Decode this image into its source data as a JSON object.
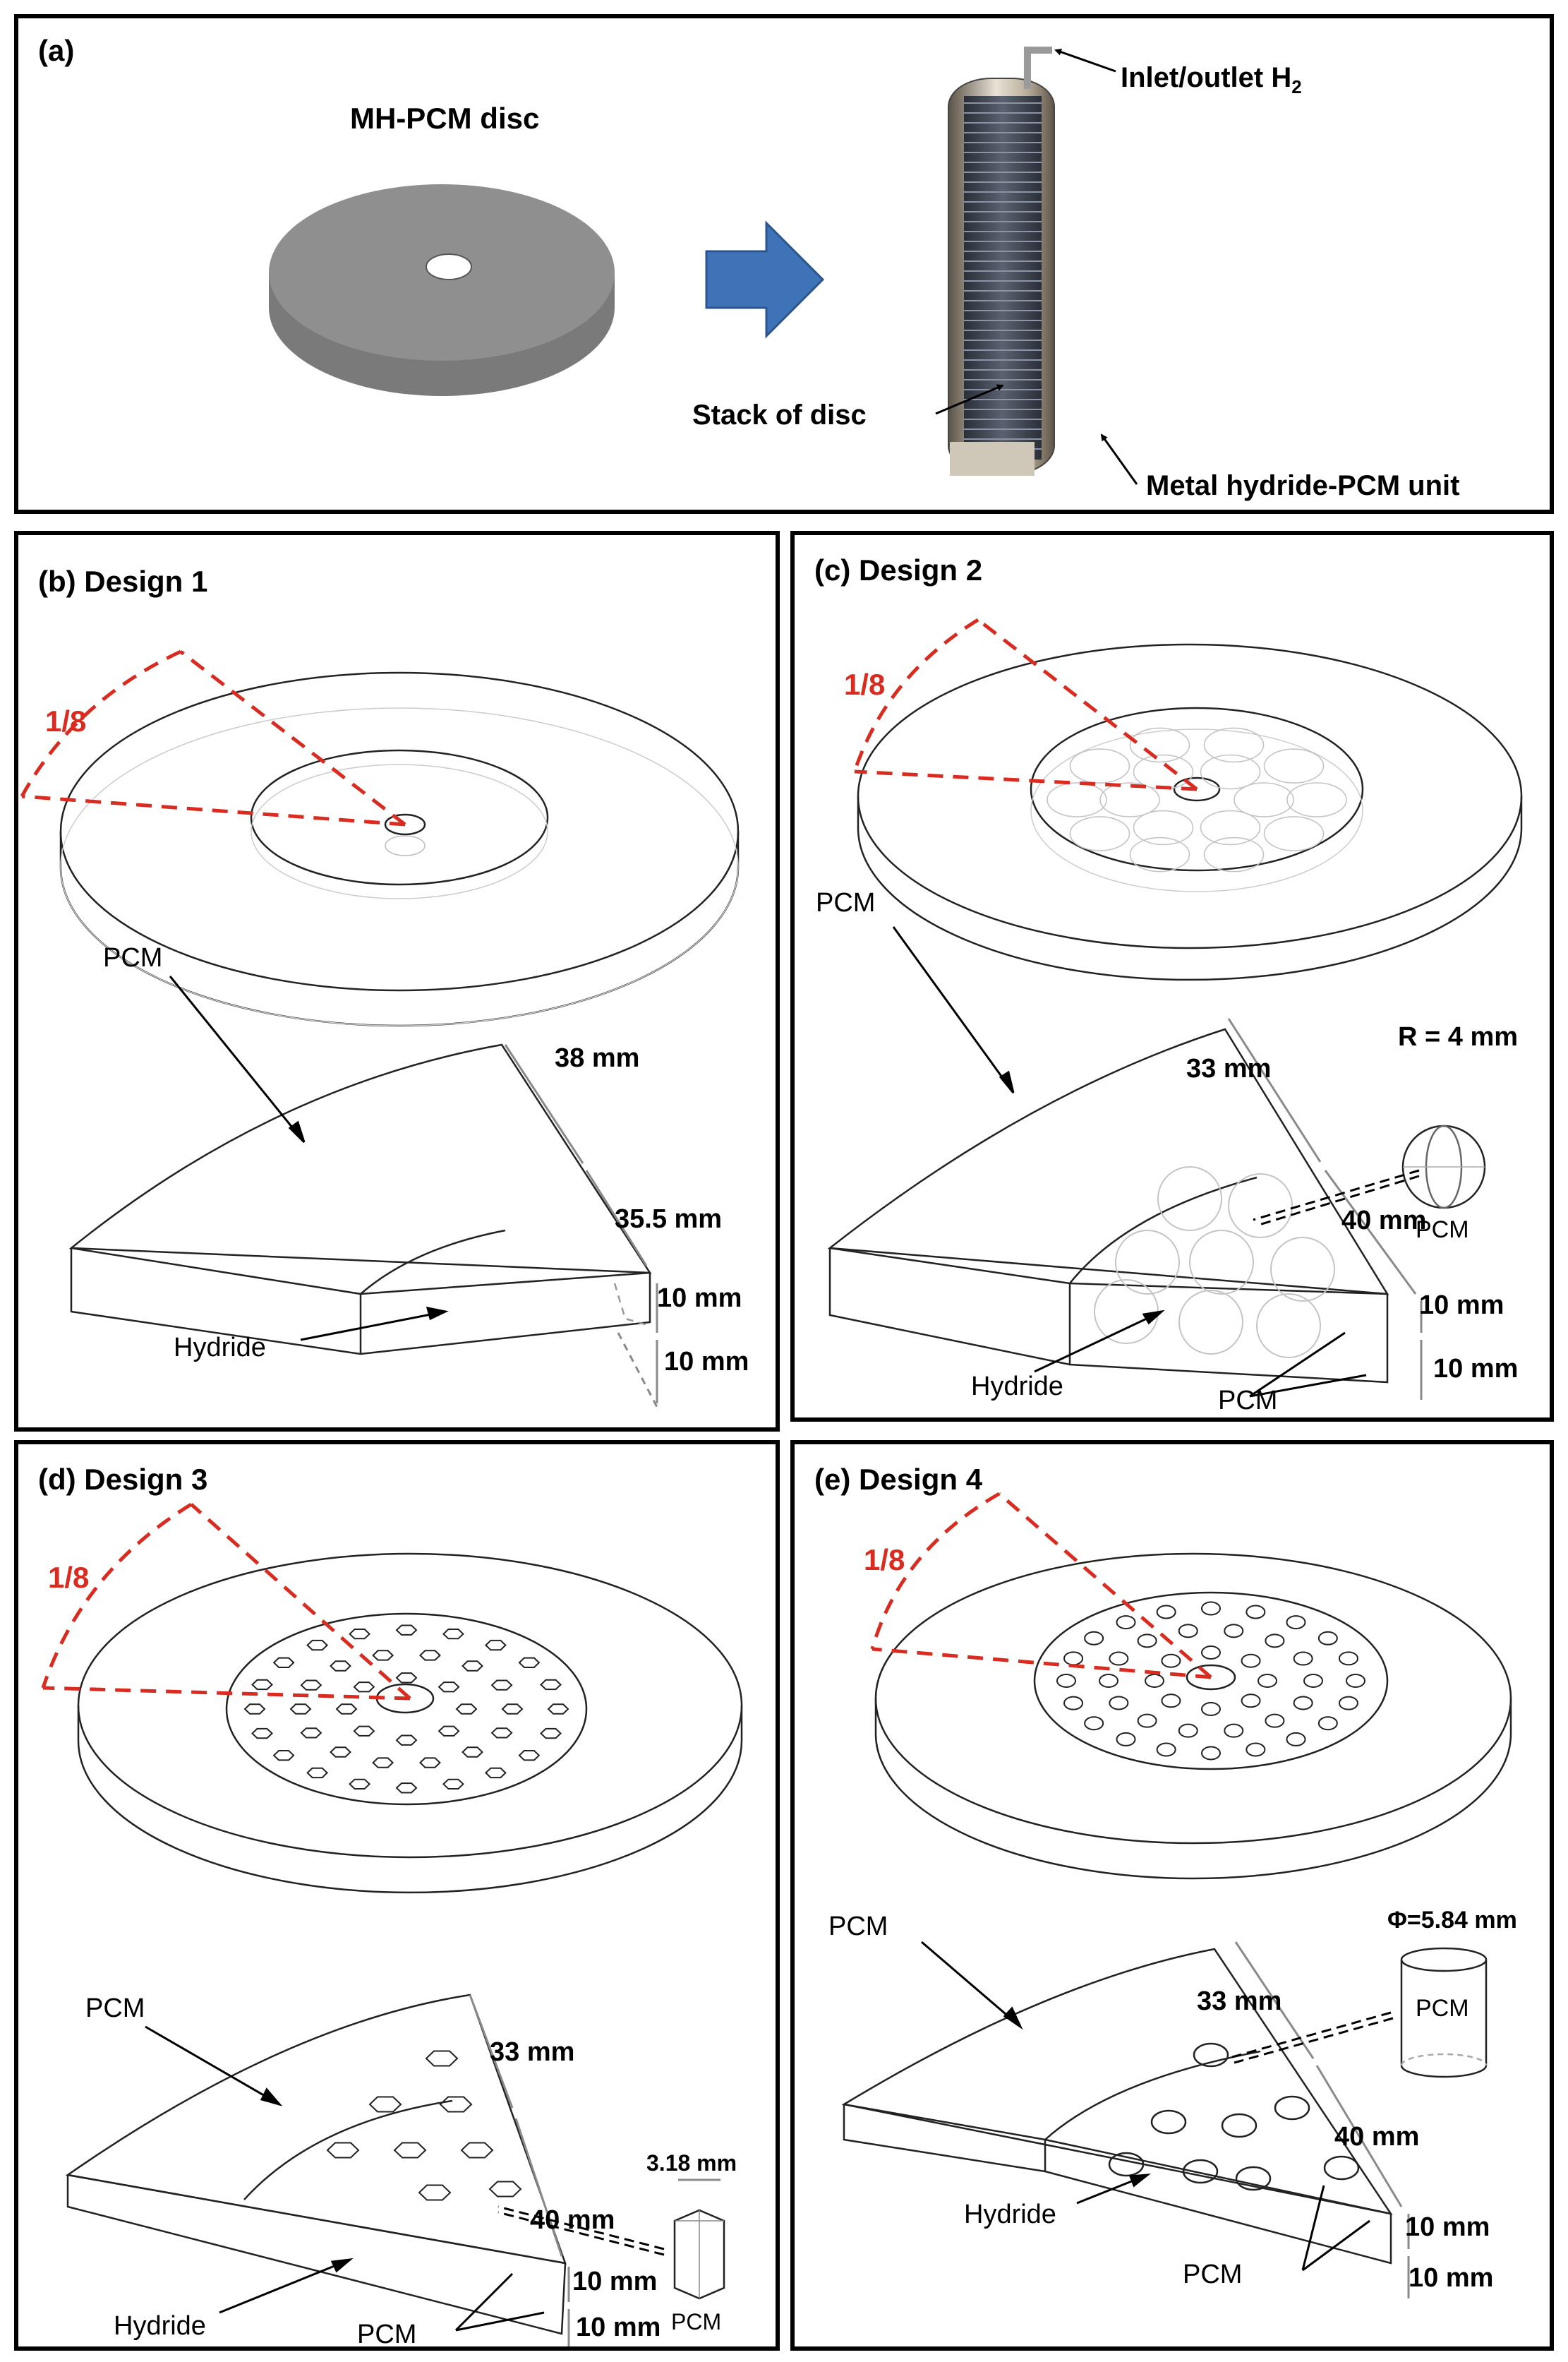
{
  "panel_a": {
    "label": "(a)",
    "disc_title": "MH-PCM disc",
    "inlet_label": "Inlet/outlet H",
    "inlet_sub": "2",
    "stack_label": "Stack of disc",
    "unit_label": "Metal hydride-PCM unit"
  },
  "panel_b": {
    "label": "(b) Design 1",
    "fraction": "1/8",
    "pcm": "PCM",
    "hydride": "Hydride",
    "dim_outer": "38 mm",
    "dim_inner": "35.5 mm",
    "dim_h1": "10 mm",
    "dim_h2": "10 mm"
  },
  "panel_c": {
    "label": "(c) Design 2",
    "fraction": "1/8",
    "pcm": "PCM",
    "hydride": "Hydride",
    "pcm_bottom": "PCM",
    "sphere_radius": "R = 4 mm",
    "sphere_label": "PCM",
    "dim_outer": "33 mm",
    "dim_inner": "40 mm",
    "dim_h1": "10 mm",
    "dim_h2": "10 mm"
  },
  "panel_d": {
    "label": "(d) Design 3",
    "fraction": "1/8",
    "pcm": "PCM",
    "hydride": "Hydride",
    "pcm_bottom": "PCM",
    "hex_size": "3.18 mm",
    "hex_label": "PCM",
    "dim_outer": "33 mm",
    "dim_inner": "40 mm",
    "dim_h1": "10 mm",
    "dim_h2": "10 mm"
  },
  "panel_e": {
    "label": "(e) Design 4",
    "fraction": "1/8",
    "pcm": "PCM",
    "hydride": "Hydride",
    "pcm_bottom": "PCM",
    "cyl_diameter": "Φ=5.84 mm",
    "cyl_label": "PCM",
    "dim_outer": "33 mm",
    "dim_inner": "40 mm",
    "dim_h1": "10 mm",
    "dim_h2": "10 mm"
  },
  "colors": {
    "accent_red": "#d92b20",
    "arrow_blue": "#3f73b8",
    "dim_gray": "#8a8a8a",
    "disc_gray": "#8c8c8c"
  }
}
